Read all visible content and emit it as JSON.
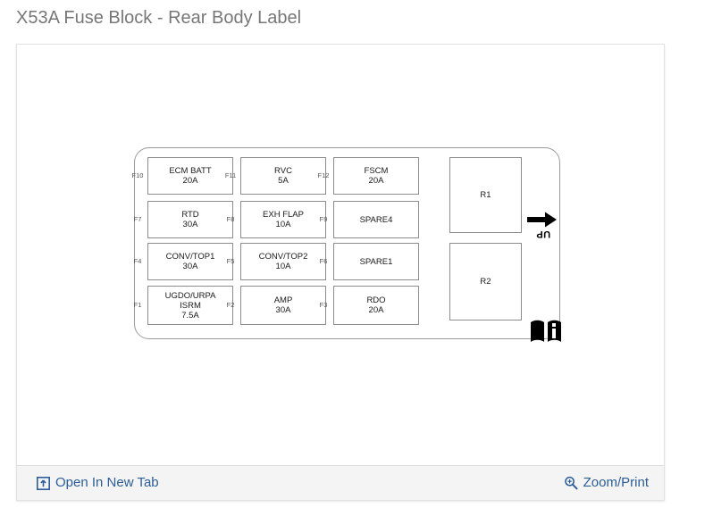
{
  "page_title": "X53A Fuse Block - Rear Body Label",
  "colors": {
    "title": "#777777",
    "link": "#2b5d9b",
    "footer_bg": "#f4f4f4",
    "card_border": "#e2e2e2",
    "diagram_line": "#8c8c8c"
  },
  "diagram": {
    "fuses": [
      {
        "pin": "F10",
        "label": "ECM BATT\n20A",
        "col": 0,
        "row": 0
      },
      {
        "pin": "F11",
        "label": "RVC\n5A",
        "col": 1,
        "row": 0
      },
      {
        "pin": "F12",
        "label": "FSCM\n20A",
        "col": 2,
        "row": 0
      },
      {
        "pin": "F7",
        "label": "RTD\n30A",
        "col": 0,
        "row": 1
      },
      {
        "pin": "F8",
        "label": "EXH FLAP\n10A",
        "col": 1,
        "row": 1
      },
      {
        "pin": "F9",
        "label": "SPARE4",
        "col": 2,
        "row": 1
      },
      {
        "pin": "F4",
        "label": "CONV/TOP1\n30A",
        "col": 0,
        "row": 2
      },
      {
        "pin": "F5",
        "label": "CONV/TOP2\n10A",
        "col": 1,
        "row": 2
      },
      {
        "pin": "F6",
        "label": "SPARE1",
        "col": 2,
        "row": 2
      },
      {
        "pin": "F1",
        "label": "UGDO/URPA\nISRM\n7.5A",
        "col": 0,
        "row": 3
      },
      {
        "pin": "F2",
        "label": "AMP\n30A",
        "col": 1,
        "row": 3
      },
      {
        "pin": "F3",
        "label": "RDO\n20A",
        "col": 2,
        "row": 3
      }
    ],
    "relays": [
      {
        "label": "R1"
      },
      {
        "label": "R2"
      }
    ],
    "orientation_marker": {
      "label": "UP",
      "icon": "right-arrow-icon"
    },
    "manual_marker": {
      "icon": "open-book-info-icon"
    }
  },
  "footer": {
    "open_new_tab": {
      "label": "Open In New Tab",
      "icon": "external-link-icon"
    },
    "zoom_print": {
      "label": "Zoom/Print",
      "icon": "magnifier-plus-icon"
    }
  }
}
